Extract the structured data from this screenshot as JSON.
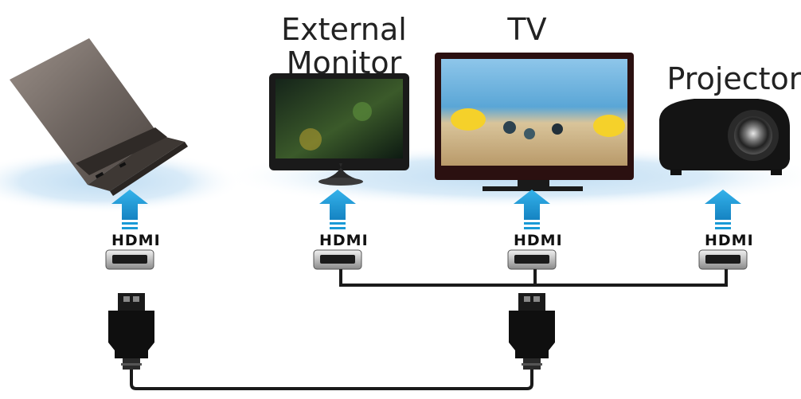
{
  "devices": {
    "external_monitor": "External\nMonitor",
    "tv": "TV",
    "projector": "Projector"
  },
  "port_label": "HDMI",
  "colors": {
    "arrow": "#1a9ad6",
    "cable": "#1a1a1a",
    "glow": "#cfe6f6"
  }
}
